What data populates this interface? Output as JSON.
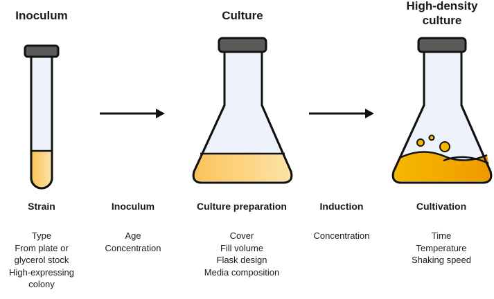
{
  "stages": [
    {
      "title_lines": [
        "Inoculum"
      ]
    },
    {
      "title_lines": [
        "Culture"
      ]
    },
    {
      "title_lines": [
        "High-density",
        "culture"
      ]
    }
  ],
  "columns": [
    {
      "heading": "Strain",
      "items": [
        "Type",
        "From plate or",
        "glycerol stock",
        "High-expressing",
        "colony"
      ]
    },
    {
      "heading": "Inoculum",
      "items": [
        "Age",
        "Concentration"
      ]
    },
    {
      "heading": "Culture preparation",
      "items": [
        "Cover",
        "Fill volume",
        "Flask design",
        "Media composition"
      ]
    },
    {
      "heading": "Induction",
      "items": [
        "Concentration"
      ]
    },
    {
      "heading": "Cultivation",
      "items": [
        "Time",
        "Temperature",
        "Shaking speed"
      ]
    }
  ],
  "colors": {
    "liquid_light": "#fbd27a",
    "liquid_dark": "#f2a800",
    "glass": "#eef3fb",
    "cap": "#5a5a5a",
    "outline": "#111111"
  }
}
